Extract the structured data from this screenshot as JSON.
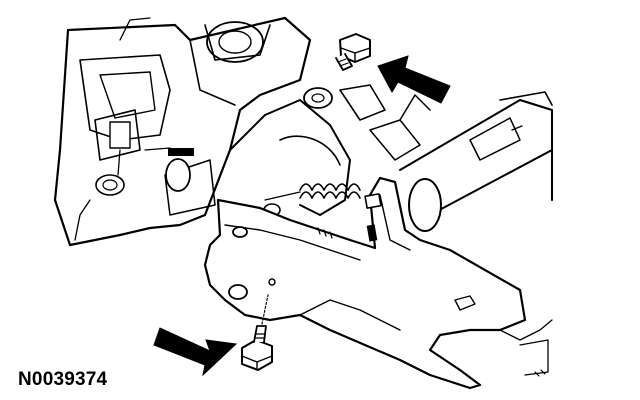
{
  "figure": {
    "code": "N0039374",
    "callouts": [
      {
        "name": "upper-bolt-arrow",
        "points_to": "upper-bolt"
      },
      {
        "name": "lower-bolt-arrow",
        "points_to": "lower-bolt"
      }
    ]
  },
  "colors": {
    "ink": "#000000",
    "background": "#ffffff"
  }
}
